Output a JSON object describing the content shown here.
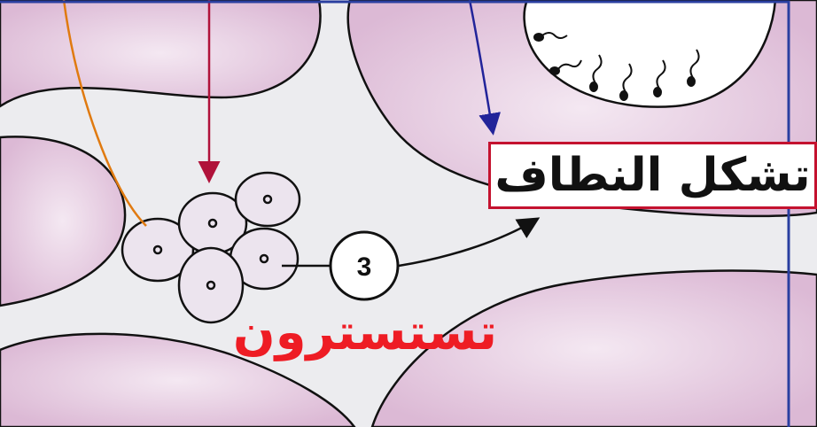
{
  "diagram": {
    "step_number": "3",
    "process_label": "تشكل النطاف",
    "hormone_label": "تستسترون"
  },
  "colors": {
    "tubule_fill": "#e3c3dc",
    "tubule_light": "#f3e6f0",
    "interstitial_fill": "#ececef",
    "outline": "#111111",
    "red_text": "#ee1c24",
    "label_border": "#c4122f",
    "orange_pointer": "#e07a10",
    "crimson_pointer": "#b0123a",
    "blue_pointer": "#22249a",
    "frame": "#2a3fa0"
  }
}
